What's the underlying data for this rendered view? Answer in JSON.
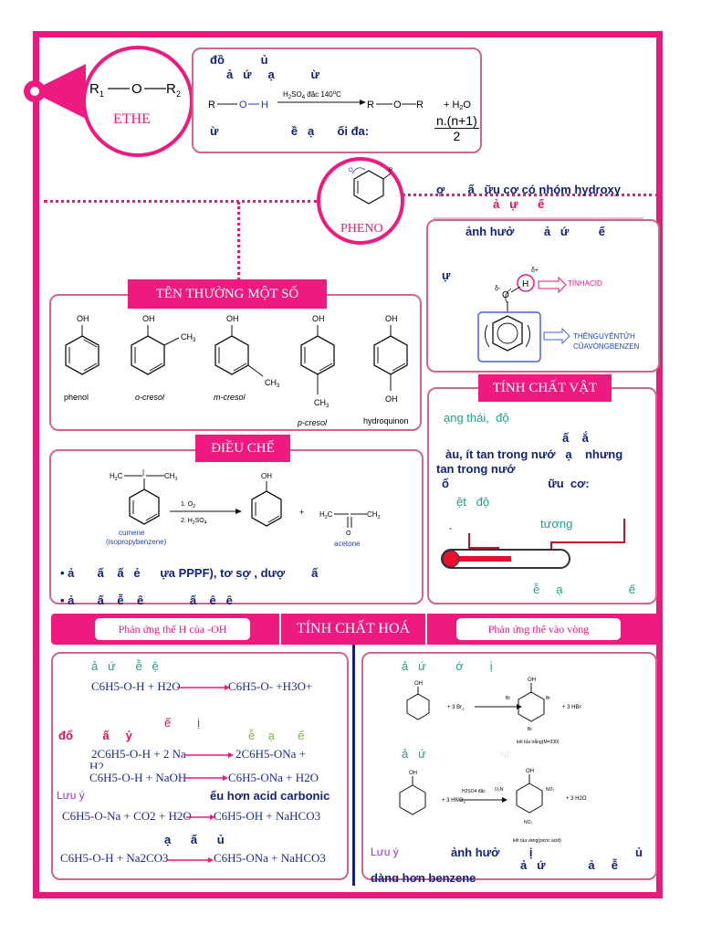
{
  "ether": {
    "label": "ETHE",
    "r1": "R",
    "r1_sub": "1",
    "o": "O",
    "r2": "R",
    "r2_sub": "2",
    "line1": "đồ           ủ",
    "line2": "ả   ứ     ạ           ừ",
    "reagent": "H",
    "reagent_rest": "SO",
    "reagent_tail": " đặc 140",
    "degree": "o",
    "celsius": "C",
    "water": "+ H",
    "water_tail": "O",
    "count_line": "ừ                      ề   ạ       ối đa:",
    "formula_num": "n.(n+1)",
    "formula_den": "2"
  },
  "phenol": {
    "label": "PHENO",
    "def_line1": "ợ       ấ   ữu cơ có nhóm hydroxy",
    "def_line2": "ả   ự      ế",
    "effect_title": "ảnh hưở         ả   ứ         ế",
    "effect_left": "ự",
    "acid_label": "TÍNHACID",
    "ring_label1": "THẾNGUYÊNTỬH",
    "ring_label2": "CỦAVÒNGBENZEN"
  },
  "names": {
    "title": "TÊN THƯỜNG MỘT SỐ",
    "oh": "OH",
    "ch3": "CH",
    "items": [
      "phenol",
      "o-cresol",
      "m-cresol",
      "p-cresol",
      "hydroquinon"
    ]
  },
  "physical": {
    "title": "TÍNH CHẤT VẬT",
    "line1": "ạng thái,  độ",
    "line2": "ấ    ắ",
    "line3": "àu, ít tan trong nướ   ạ    nhưng",
    "line4": "tan trong nướ",
    "line5": "ố                              ữu  cơ:",
    "line6": "ệt   độ",
    "line7": "tương",
    "line8": "ễ     ạ                    ế",
    "dash": "-"
  },
  "synthesis": {
    "title": "ĐIỀU CHẾ",
    "cumene": "cumene",
    "cumene_alt": "(isopropybenzene)",
    "step1": "1. O",
    "step2": "2. H",
    "acetone": "acetone",
    "plus": "+",
    "bullet1": "• ả       ấ    ấ   ẻ      ựa PPPF), tơ sợ , dượ        ấ",
    "bullet2": "• ả       ấ    ễ    ệ              ấ    ệ   ệ"
  },
  "chemical": {
    "title": "TÍNH  CHẤT  HOÁ",
    "left_tab": "Phản ứng thế H của -OH",
    "right_tab": "Phản ứng thế vào vòng",
    "left": {
      "l1": "ả   ứ      ễ   ệ",
      "eq1_a": "C",
      "eq1": "C6H5-O-H  +  H2O",
      "eq1_prod": "C6H5-O-  +H3O+",
      "l2": "ế        ị",
      "l3a": "đổ         ấ     ỷ",
      "l3b": "ễ    ạ       ế",
      "eq2": "2C6H5-O-H + 2 Na",
      "eq2_prod": "2C6H5-ONa  +",
      "eq2_tail": "H2",
      "eq3": "C6H5-O-H + NaOH",
      "eq3_prod": "C6H5-ONa  + H2O",
      "note1a": "Lưu ý",
      "note1b": "ếu hơn acid carbonic",
      "eq4": "C6H5-O-Na + CO2 + H2O",
      "eq4_prod": "C6H5-OH  + NaHCO3",
      "l4": "ạ      ấ      ủ",
      "eq5": "C6H5-O-H  +  Na2CO3",
      "eq5_prod": "C6H5-ONa  + NaHCO3"
    },
    "right": {
      "r1": "ả   ứ         ớ        ị",
      "br_reagent": "+     3 Br",
      "br_prod": "+    3 HBr",
      "br_note": "kết tủa trắng(M=330)",
      "r2": "ả   ứ",
      "r2_tail": "Nỉ",
      "no2_reagent": "+ 3 HNO",
      "no2_cond": "H2SO4 đặc",
      "no2_prod": "+   3 H2O",
      "no2_note": "kết tủa vàng(picric acid)",
      "note_a": "Lưu ý",
      "note_b": "ảnh hưở         ị",
      "note_c": "ủ",
      "note_d": "ả   ứ             ả     ễ",
      "note_e": "dàng hơn benzene"
    }
  },
  "colors": {
    "accent": "#ee1a80",
    "border": "#d2658f",
    "navy": "#13237a",
    "teal": "#21a08c"
  }
}
